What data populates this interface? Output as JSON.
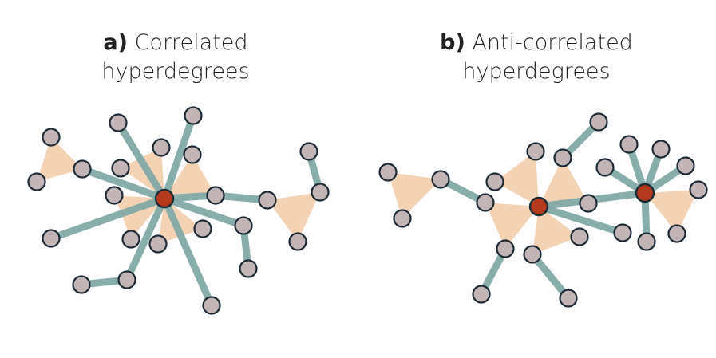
{
  "panel_a": {
    "tag": "a)",
    "title_line1": "Correlated",
    "title_line2": "hyperdegrees"
  },
  "panel_b": {
    "tag": "b)",
    "title_line1": "Anti-correlated",
    "title_line2": "hyperdegrees"
  },
  "colors": {
    "hyperedge_fill": "#f2c9a4",
    "edge": "#7fa8a6",
    "node_fill": "#c3b5b5",
    "hub_fill": "#b5391c",
    "node_stroke": "#1c2b36",
    "text": "#222222"
  }
}
